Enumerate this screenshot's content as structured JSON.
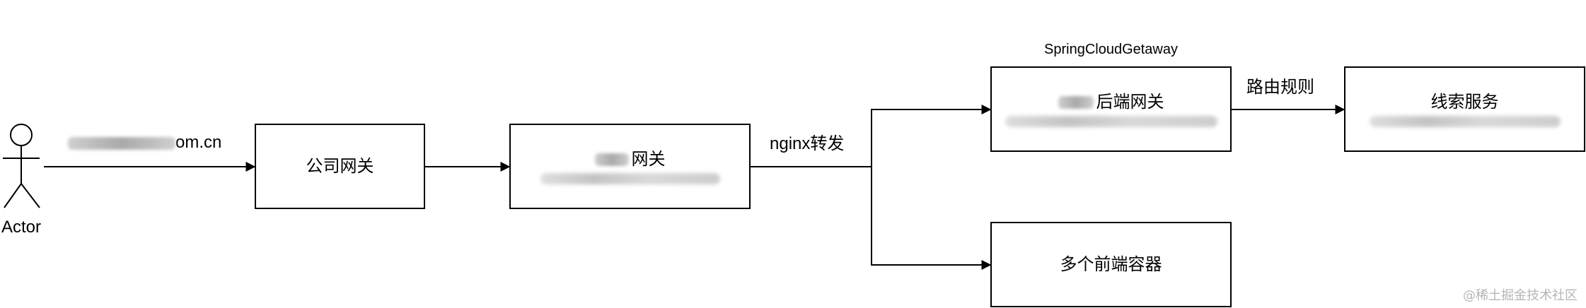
{
  "actor": {
    "label": "Actor"
  },
  "edge_labels": {
    "domain": "om.cn",
    "nginx": "nginx转发",
    "routing": "路由规则"
  },
  "group_label": "SpringCloudGetaway",
  "nodes": {
    "company_gateway": {
      "title": "公司网关"
    },
    "app_gateway": {
      "title": "网关"
    },
    "backend_gateway": {
      "title": "后端网关"
    },
    "lead_service": {
      "title": "线索服务"
    },
    "frontend_containers": {
      "title": "多个前端容器"
    }
  },
  "watermark": "@稀土掘金技术社区"
}
